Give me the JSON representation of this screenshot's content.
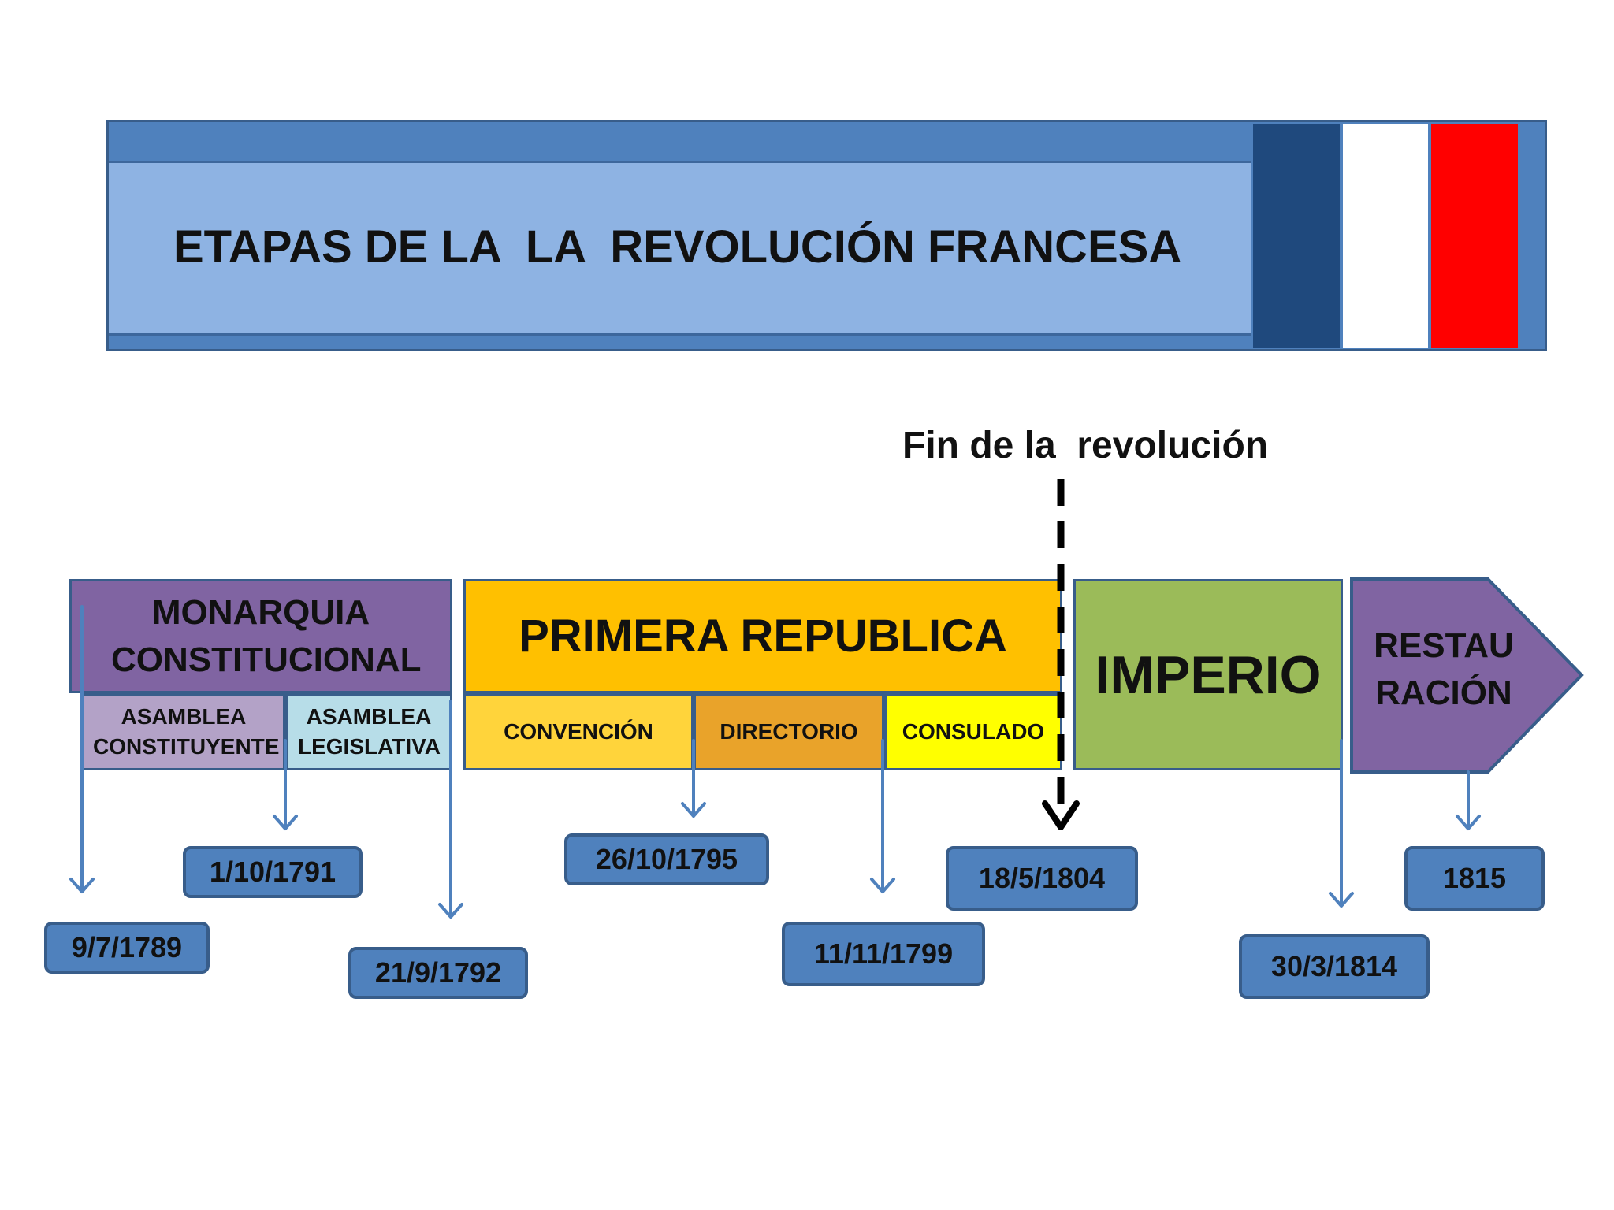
{
  "title": "ETAPAS DE LA  LA  REVOLUCIÓN FRANCESA",
  "fin_label": "Fin de la  revolución",
  "periods": {
    "monarquia": "MONARQUIA CONSTITUCIONAL",
    "asamblea_constituyente": "ASAMBLEA CONSTITUYENTE",
    "asamblea_legislativa": "ASAMBLEA LEGISLATIVA",
    "republica": "PRIMERA REPUBLICA",
    "convencion": "CONVENCIÓN",
    "directorio": "DIRECTORIO",
    "consulado": "CONSULADO",
    "imperio": "IMPERIO",
    "restauracion_line1": "RESTAU",
    "restauracion_line2": "RACIÓN"
  },
  "dates": {
    "d1789": "9/7/1789",
    "d1791": "1/10/1791",
    "d1792": "21/9/1792",
    "d1795": "26/10/1795",
    "d1799": "11/11/1799",
    "d1804": "18/5/1804",
    "d1814": "30/3/1814",
    "d1815": "1815"
  },
  "colors": {
    "flag_blue": "#1f497d",
    "flag_white": "#ffffff",
    "flag_red": "#ff0000",
    "monarquia": "#8064a2",
    "republica": "#ffc000",
    "imperio": "#9bbb59",
    "date_box": "#4f81bd"
  }
}
